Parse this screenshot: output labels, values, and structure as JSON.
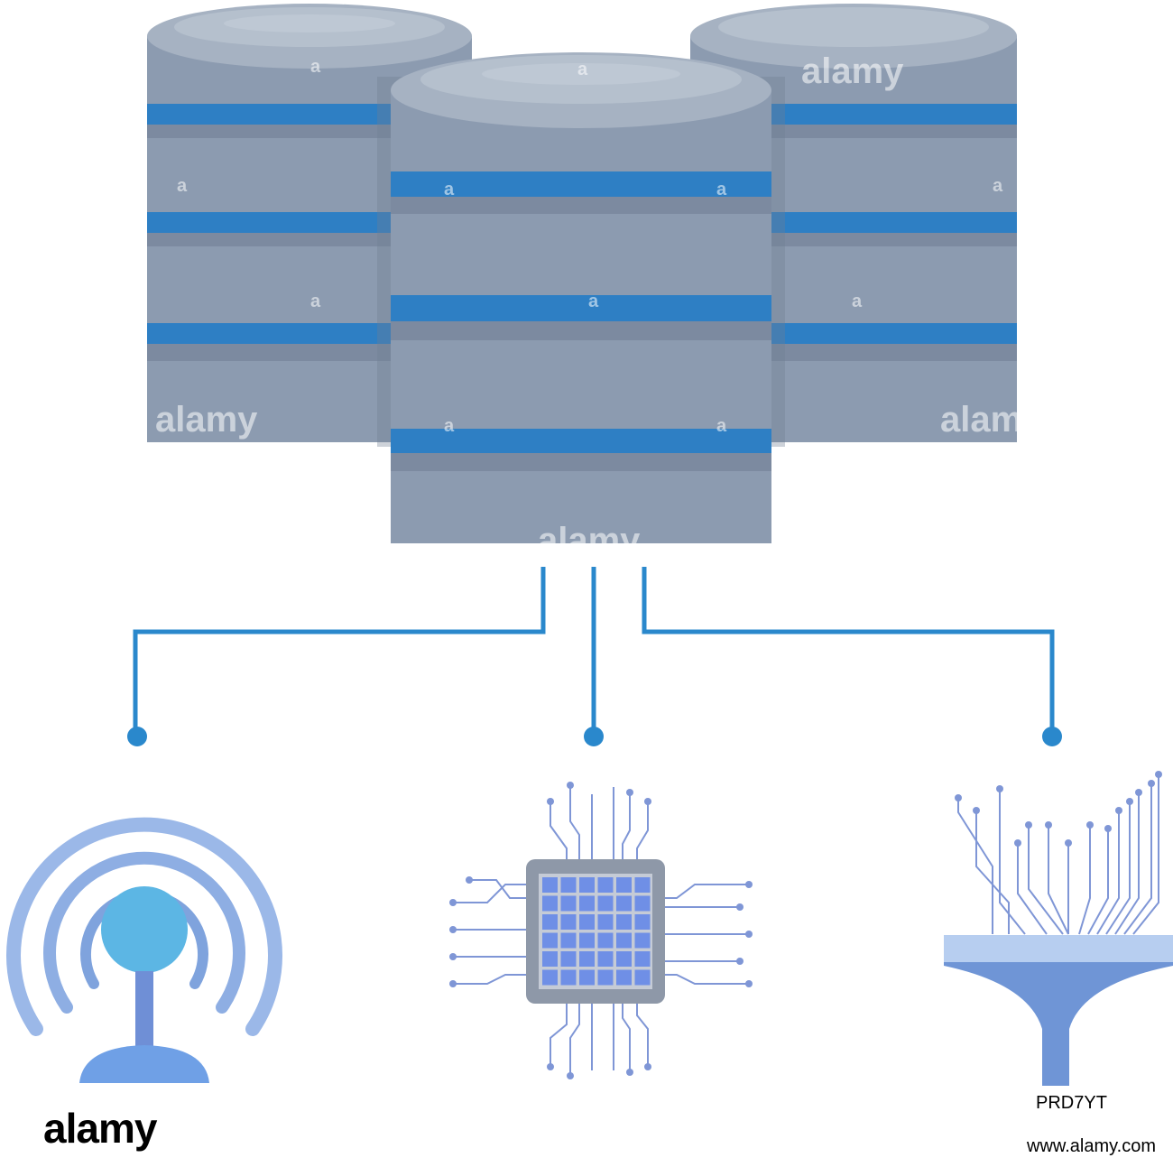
{
  "colors": {
    "disk_gray": "#8c9bb0",
    "disk_dark": "#6f7d92",
    "disk_top": "#a6b2c2",
    "band_blue": "#2e7fc4",
    "line_blue": "#2a88cc",
    "wifi_ring": "#8eaee3",
    "wifi_ball": "#5cb6e4",
    "chip_gray": "#8e98a8",
    "chip_cell": "#6f8fe6",
    "funnel": "#6f95d6"
  },
  "icons": {
    "database_left": "database-icon",
    "database_center": "database-icon",
    "database_right": "database-icon",
    "wifi": "wifi-antenna-icon",
    "chip": "cpu-chip-icon",
    "funnel": "data-funnel-icon"
  },
  "watermark": {
    "text": "alamy",
    "small_mark": "a"
  },
  "footer": {
    "logo": "alamy",
    "image_code": "PRD7YT",
    "site": "www.alamy.com"
  }
}
